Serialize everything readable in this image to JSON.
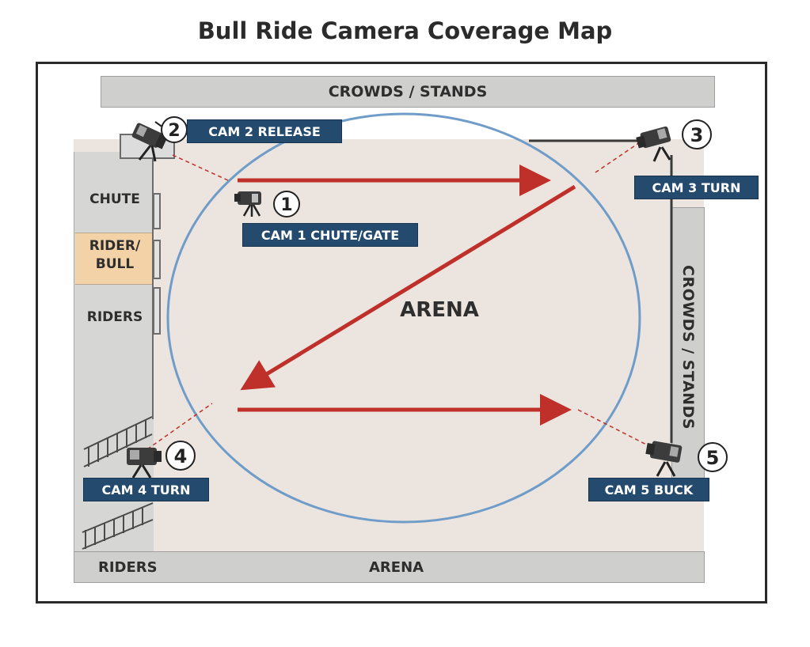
{
  "title": "Bull Ride Camera Coverage Map",
  "zones": {
    "top_stands": "CROWDS / STANDS",
    "right_stands": "CROWDS / STANDS",
    "arena_center": "ARENA",
    "bottom_left": "RIDERS",
    "bottom_center": "ARENA",
    "chute": "CHUTE",
    "rider_bull": "RIDER/\nBULL",
    "riders_pen": "RIDERS"
  },
  "cameras": [
    {
      "number": "1",
      "label": "CAM 1 CHUTE/GATE"
    },
    {
      "number": "2",
      "label": "CAM 2 RELEASE"
    },
    {
      "number": "3",
      "label": "CAM 3 TURN"
    },
    {
      "number": "4",
      "label": "CAM 4 TURN"
    },
    {
      "number": "5",
      "label": "CAM 5 BUCK"
    }
  ],
  "colors": {
    "label_bg": "#244a6e",
    "path_arrow": "#c0302a",
    "arena_circle": "#6f9cc8",
    "rider_bull_zone": "#f4d2a8",
    "sight_line": "#c0302a"
  },
  "icons": {
    "camera": "video-camera-icon"
  }
}
